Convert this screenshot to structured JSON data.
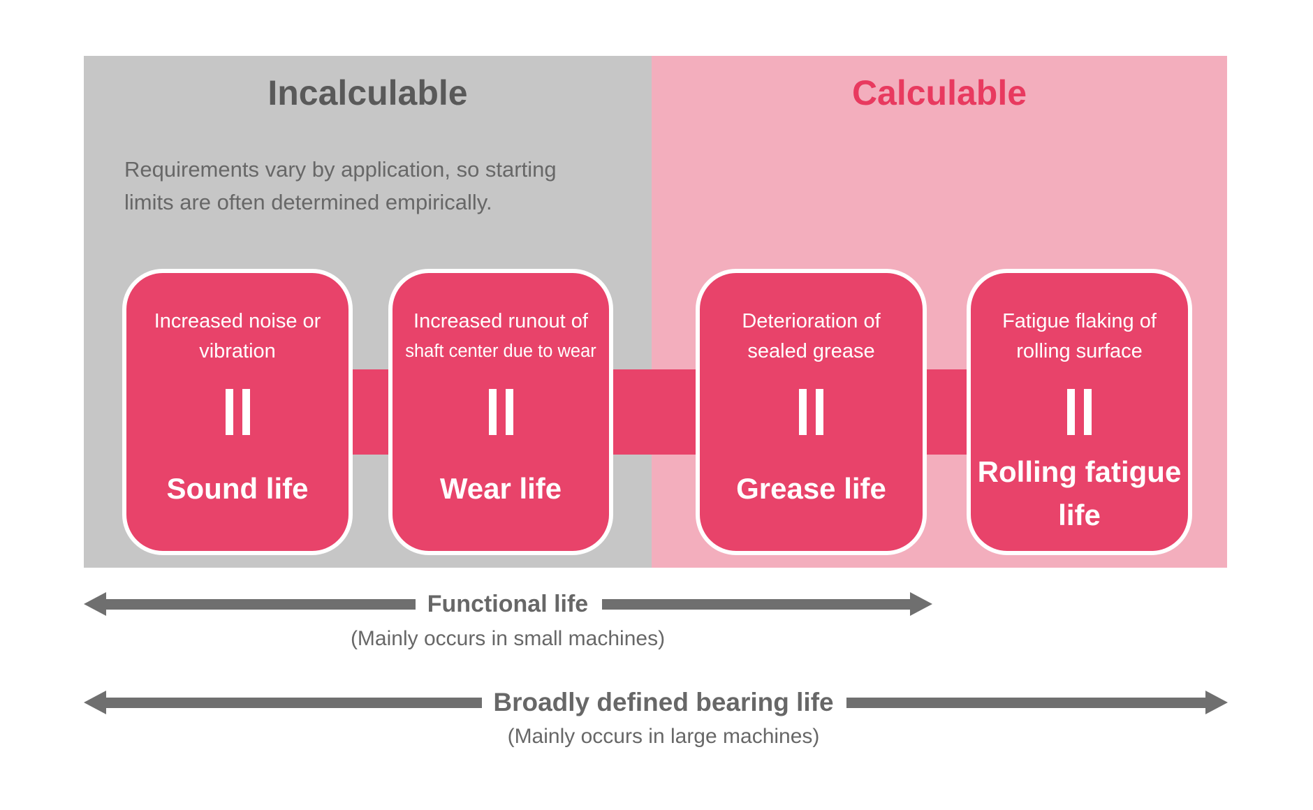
{
  "colors": {
    "gray_bg": "#C6C6C6",
    "pink_bg": "#F3AEBD",
    "crimson": "#E8436A",
    "incalculable_text": "#595959",
    "calculable_text": "#E83A5F",
    "body_text": "#676767",
    "arrow_gray": "#6F6F6F",
    "white": "#FFFFFF"
  },
  "sections": {
    "incalculable": {
      "title": "Incalculable",
      "desc_line1": "Requirements vary by application, so starting",
      "desc_line2": "limits are often determined empirically."
    },
    "calculable": {
      "title": "Calculable"
    }
  },
  "boxes": [
    {
      "cause_line1": "Increased noise or",
      "cause_line2": "vibration",
      "life_line1": "Sound life",
      "life_line2": ""
    },
    {
      "cause_line1": "Increased runout of",
      "cause_line2": "shaft center due to wear",
      "life_line1": "Wear life",
      "life_line2": ""
    },
    {
      "cause_line1": "Deterioration of",
      "cause_line2": "sealed grease",
      "life_line1": "Grease life",
      "life_line2": ""
    },
    {
      "cause_line1": "Fatigue flaking of",
      "cause_line2": "rolling surface",
      "life_line1": "Rolling fatigue",
      "life_line2": "life"
    }
  ],
  "arrows": [
    {
      "label": "Functional life",
      "sublabel": "(Mainly occurs in small machines)"
    },
    {
      "label": "Broadly defined bearing life",
      "sublabel": "(Mainly occurs in large machines)"
    }
  ]
}
